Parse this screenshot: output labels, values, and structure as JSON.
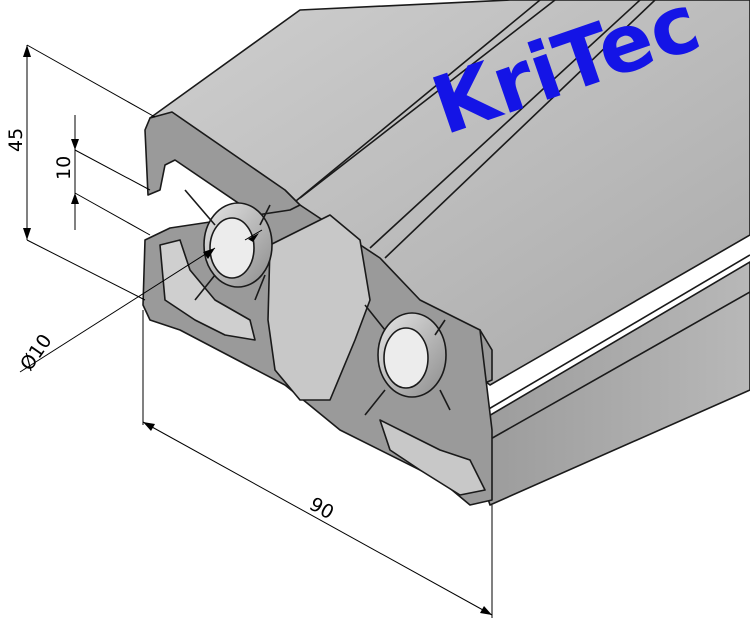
{
  "brand": {
    "text": "KriTec",
    "color": "#1414e6"
  },
  "dimensions": {
    "height": "45",
    "slot": "10",
    "bore": "Ø10",
    "width": "90"
  },
  "colors": {
    "top_face": "#bdbdbd",
    "side_face": "#a6a6a6",
    "section_face": "#8e8e8e",
    "cavity": "#c4c4c4",
    "edge": "#1a1a1a"
  }
}
